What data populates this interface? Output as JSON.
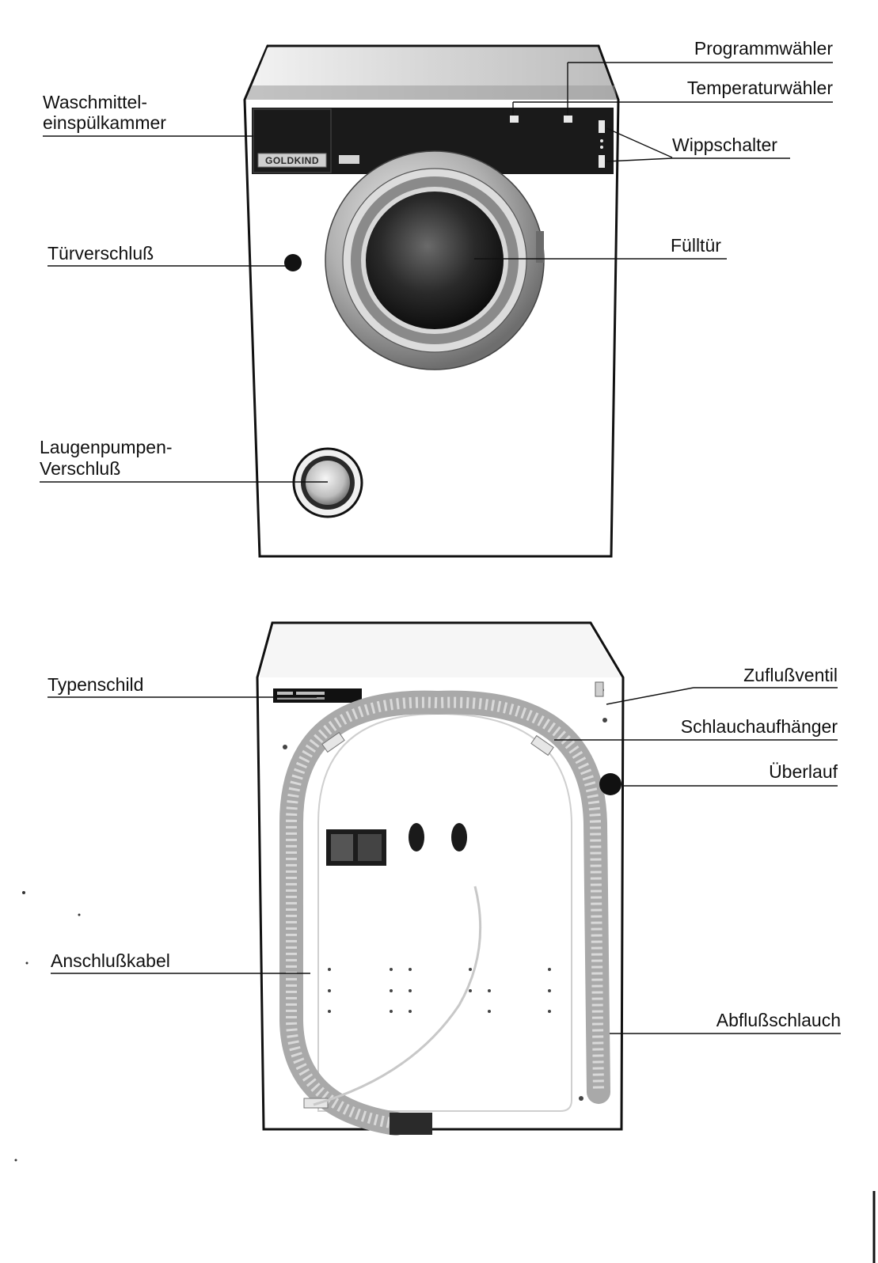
{
  "colors": {
    "ink": "#111111",
    "panel": "#1a1a1a",
    "body": "#ffffff",
    "chrome": "#b8b8b8"
  },
  "brand": {
    "logo": "GOLDKIND"
  },
  "front": {
    "labels": {
      "programmwaehler": "Programmwähler",
      "temperaturwaehler": "Temperaturwähler",
      "waschmittel_line1": "Waschmittel-",
      "waschmittel_line2": "einspülkammer",
      "wippschalter": "Wippschalter",
      "tuerverschluss": "Türverschluß",
      "fuelltuer": "Fülltür",
      "laugenpumpe_line1": "Laugenpumpen-",
      "laugenpumpe_line2": "Verschluß"
    }
  },
  "back": {
    "labels": {
      "typenschild": "Typenschild",
      "zuflussventil": "Zuflußventil",
      "schlauchaufhaenger": "Schlauchaufhänger",
      "ueberlauf": "Überlauf",
      "anschlusskabel": "Anschlußkabel",
      "abflussschlauch": "Abflußschlauch"
    }
  }
}
